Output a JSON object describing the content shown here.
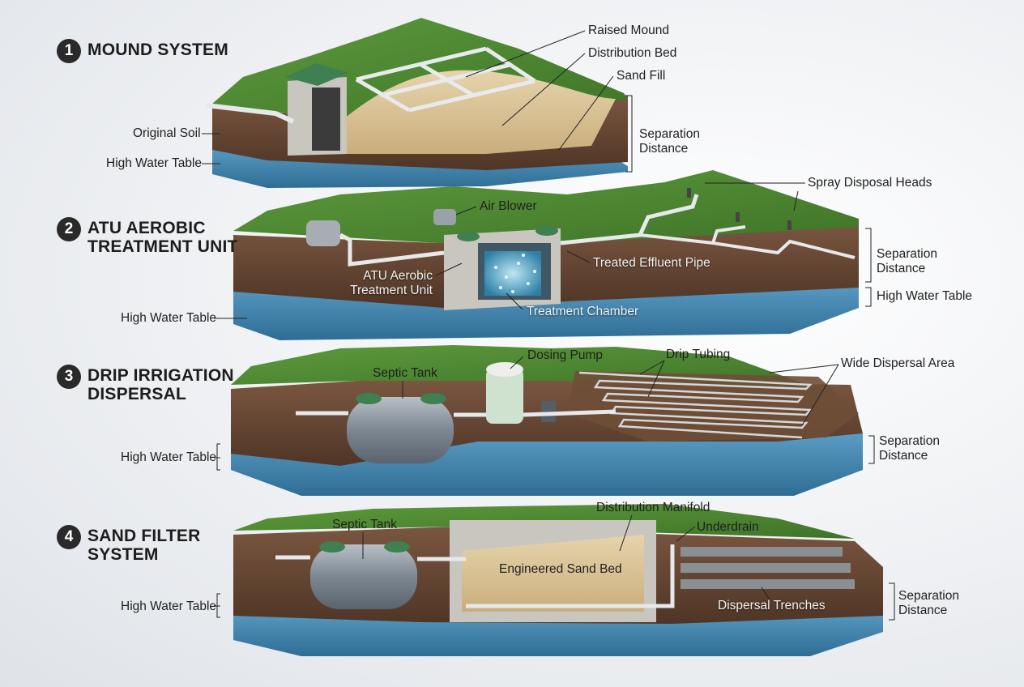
{
  "sections": [
    {
      "number": "1",
      "title_line1": "MOUND SYSTEM",
      "title_line2": ""
    },
    {
      "number": "2",
      "title_line1": "ATU AEROBIC",
      "title_line2": "TREATMENT UNIT"
    },
    {
      "number": "3",
      "title_line1": "DRIP IRRIGATION",
      "title_line2": "DISPERSAL"
    },
    {
      "number": "4",
      "title_line1": "SAND FILTER",
      "title_line2": "SYSTEM"
    }
  ],
  "labels": {
    "s1": {
      "raised_mound": "Raised Mound",
      "distribution_bed": "Distribution Bed",
      "sand_fill": "Sand Fill",
      "original_soil": "Original Soil",
      "high_water_table": "High Water Table",
      "separation_line1": "Separation",
      "separation_line2": "Distance"
    },
    "s2": {
      "air_blower": "Air Blower",
      "spray_heads": "Spray Disposal Heads",
      "atu_line1": "ATU Aerobic",
      "atu_line2": "Treatment Unit",
      "treated_effluent": "Treated Effluent Pipe",
      "treatment_chamber": "Treatment Chamber",
      "high_water_table_left": "High Water Table",
      "high_water_table_right": "High Water Table",
      "separation_line1": "Separation",
      "separation_line2": "Distance"
    },
    "s3": {
      "septic_tank": "Septic Tank",
      "dosing_pump": "Dosing Pump",
      "drip_tubing": "Drip Tubing",
      "wide_dispersal": "Wide Dispersal Area",
      "high_water_table": "High Water Table",
      "separation_line1": "Separation",
      "separation_line2": "Distance"
    },
    "s4": {
      "septic_tank": "Septic Tank",
      "distribution_manifold": "Distribution Manifold",
      "underdrain": "Underdrain",
      "engineered_sand_bed": "Engineered Sand Bed",
      "dispersal_trenches": "Dispersal Trenches",
      "high_water_table": "High Water Table",
      "separation_line1": "Separation",
      "separation_line2": "Distance"
    }
  },
  "colors": {
    "grass": "#4f8a33",
    "soil": "#6b4a34",
    "sand": "#d8c39a",
    "water": "#3f7fa8",
    "concrete": "#c9c6c0",
    "pipe": "#e6e8ea"
  }
}
